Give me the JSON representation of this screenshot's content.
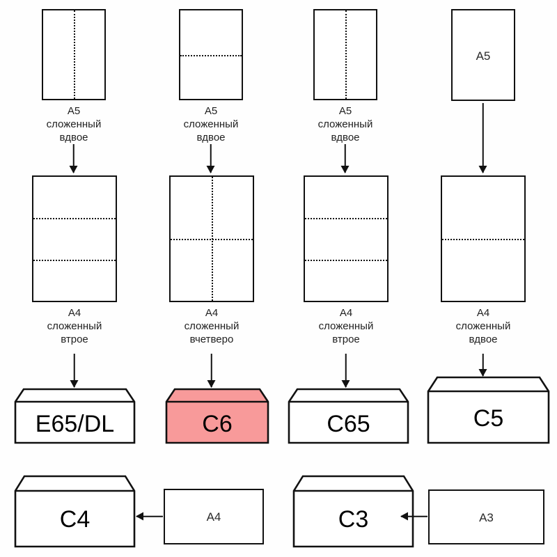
{
  "diagram": {
    "title": "Paper folding to envelope size chart",
    "background_color": "#fefefe",
    "line_color": "#111111",
    "highlight_color": "#f89a9a"
  },
  "columns": [
    {
      "id": "col1",
      "top_sheet": {
        "name": "A5 sheet folded once vertically",
        "label": "",
        "folds": "vertical-center"
      },
      "caption_1": {
        "line1": "A5",
        "line2": "сложенный",
        "line3": "вдвое"
      },
      "mid_sheet": {
        "name": "A4 sheet with two horizontal folds",
        "folds": "horizontal-thirds"
      },
      "caption_2": {
        "line1": "A4",
        "line2": "сложенный",
        "line3": "втрое"
      },
      "envelope": {
        "label": "E65/DL",
        "highlighted": false
      }
    },
    {
      "id": "col2",
      "top_sheet": {
        "name": "A5 sheet folded once horizontally",
        "label": "",
        "folds": "horizontal-center"
      },
      "caption_1": {
        "line1": "A5",
        "line2": "сложенный",
        "line3": "вдвое"
      },
      "mid_sheet": {
        "name": "A4 sheet folded in quarters",
        "folds": "cross"
      },
      "caption_2": {
        "line1": "A4",
        "line2": "сложенный",
        "line3": "вчетверо"
      },
      "envelope": {
        "label": "C6",
        "highlighted": true
      }
    },
    {
      "id": "col3",
      "top_sheet": {
        "name": "A5 sheet folded once vertically",
        "label": "",
        "folds": "vertical-center"
      },
      "caption_1": {
        "line1": "A5",
        "line2": "сложенный",
        "line3": "вдвое"
      },
      "mid_sheet": {
        "name": "A4 sheet with two horizontal folds",
        "folds": "horizontal-thirds"
      },
      "caption_2": {
        "line1": "A4",
        "line2": "сложенный",
        "line3": "втрое"
      },
      "envelope": {
        "label": "C65",
        "highlighted": false
      }
    },
    {
      "id": "col4",
      "top_sheet": {
        "name": "A5 sheet unfolded",
        "label": "A5",
        "folds": "none"
      },
      "caption_1": {
        "line1": "",
        "line2": "",
        "line3": ""
      },
      "mid_sheet": {
        "name": "A4 sheet folded once horizontally",
        "folds": "horizontal-center"
      },
      "caption_2": {
        "line1": "A4",
        "line2": "сложенный",
        "line3": "вдвое"
      },
      "envelope": {
        "label": "C5",
        "highlighted": false
      }
    }
  ],
  "bottom_row": [
    {
      "id": "pair1",
      "envelope": {
        "label": "C4",
        "highlighted": false
      },
      "sheet": {
        "label": "A4"
      }
    },
    {
      "id": "pair2",
      "envelope": {
        "label": "C3",
        "highlighted": false
      },
      "sheet": {
        "label": "A3"
      }
    }
  ]
}
